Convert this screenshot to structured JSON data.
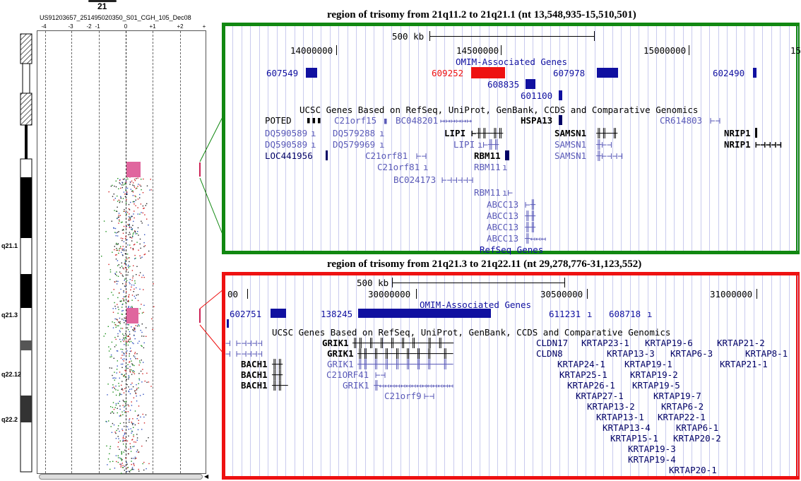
{
  "cgh": {
    "chromosome": "21",
    "sample": "US91203657_251495020350_S01_CGH_105_Dec08",
    "axis_ticks": [
      "-4",
      "-3",
      "-2",
      "-1",
      "0",
      "+1",
      "+2",
      "+"
    ],
    "bands": [
      "q21.1",
      "q21.3",
      "q22.12",
      "q22.2"
    ]
  },
  "panel1": {
    "title": "region of trisomy from 21q11.2 to 21q21.1 (nt 13,548,935-15,510,501)",
    "scale": "500 kb",
    "positions": [
      "14000000",
      "14500000",
      "15000000",
      "15"
    ],
    "omim_track": "OMIM-Associated Genes",
    "omim": [
      "607549",
      "609252",
      "607978",
      "602490",
      "608835",
      "601100"
    ],
    "ucsc_track": "UCSC Genes Based on RefSeq, UniProt, GenBank, CCDS and Comparative Genomics",
    "genes": [
      "POTED",
      "C21orf15",
      "BC048201",
      "HSPA13",
      "CR614803",
      "DQ590589",
      "DQ579288",
      "LIPI",
      "SAMSN1",
      "NRIP1",
      "DQ590589",
      "DQ579969",
      "LIPI",
      "SAMSN1",
      "NRIP1",
      "LOC441956",
      "C21orf81",
      "RBM11",
      "SAMSN1",
      "C21orf81",
      "RBM11",
      "BC024173",
      "RBM11",
      "ABCC13",
      "ABCC13",
      "ABCC13",
      "ABCC13"
    ],
    "refseq_track": "RefSeq Genes"
  },
  "panel2": {
    "title": "region of trisomy from 21q21.3 to 21q22.11 (nt 29,278,776-31,123,552)",
    "scale": "500 kb",
    "positions": [
      "00",
      "30000000",
      "30500000",
      "31000000"
    ],
    "omim_track": "OMIM-Associated Genes",
    "omim": [
      "602751",
      "138245",
      "611231",
      "608718"
    ],
    "ucsc_track": "UCSC Genes Based on RefSeq, UniProt, GenBank, CCDS and Comparative Genomics",
    "genes": [
      "GRIK1",
      "GRIK1",
      "GRIK1",
      "C21ORF41",
      "GRIK1",
      "C21orf9",
      "BACH1",
      "BACH1",
      "BACH1",
      "CLDN17",
      "CLDN8",
      "KRTAP23-1",
      "KRTAP19-6",
      "KRTAP21-2",
      "KRTAP13-3",
      "KRTAP6-3",
      "KRTAP8-1",
      "KRTAP24-1",
      "KRTAP19-1",
      "KRTAP21-1",
      "KRTAP25-1",
      "KRTAP19-2",
      "KRTAP26-1",
      "KRTAP19-5",
      "KRTAP27-1",
      "KRTAP19-7",
      "KRTAP13-2",
      "KRTAP6-2",
      "KRTAP13-1",
      "KRTAP22-1",
      "KRTAP13-4",
      "KRTAP6-1",
      "KRTAP15-1",
      "KRTAP20-2",
      "KRTAP19-3",
      "KRTAP19-4",
      "KRTAP20-1"
    ]
  },
  "colors": {
    "panel1_border": "#118811",
    "panel2_border": "#ee1111",
    "track_dark": "#000066",
    "track_light": "#5a5ab8",
    "omim_highlight": "#ee1111"
  }
}
